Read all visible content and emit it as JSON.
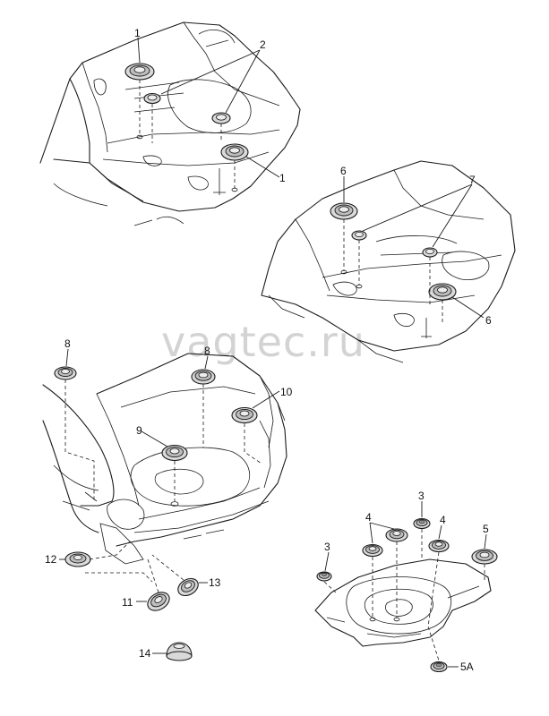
{
  "watermark": "vagtec.ru",
  "callouts": {
    "c1a": "1",
    "c2": "2",
    "c1b": "1",
    "c6a": "6",
    "c7": "7",
    "c6b": "6",
    "c8a": "8",
    "c8b": "8",
    "c10": "10",
    "c9": "9",
    "c12": "12",
    "c11": "11",
    "c13": "13",
    "c14": "14",
    "c3a": "3",
    "c4a": "4",
    "c4b": "4",
    "c5": "5",
    "c3b": "3",
    "c5a": "5A"
  }
}
